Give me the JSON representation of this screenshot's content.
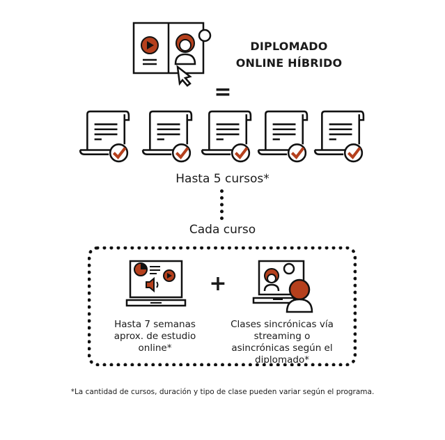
{
  "header": {
    "title_line1": "DIPLOMADO",
    "title_line2": "ONLINE HÍBRIDO"
  },
  "equals_symbol": "=",
  "courses": {
    "count": 5,
    "label": "Hasta 5 cursos*"
  },
  "each_course": {
    "label": "Cada curso"
  },
  "components": [
    {
      "icon": "laptop-online-study-icon",
      "label": "Hasta 7 semanas aprox. de estudio online*"
    },
    {
      "icon": "laptop-video-class-icon",
      "label": "Clases sincrónicas vía streaming o asincrónicas según el diplomado*"
    }
  ],
  "plus_symbol": "+",
  "footnote": "*La cantidad de cursos, duración y tipo de clase pueden variar según el programa.",
  "colors": {
    "accent": "#b5401d",
    "ink": "#1a1a1a"
  }
}
